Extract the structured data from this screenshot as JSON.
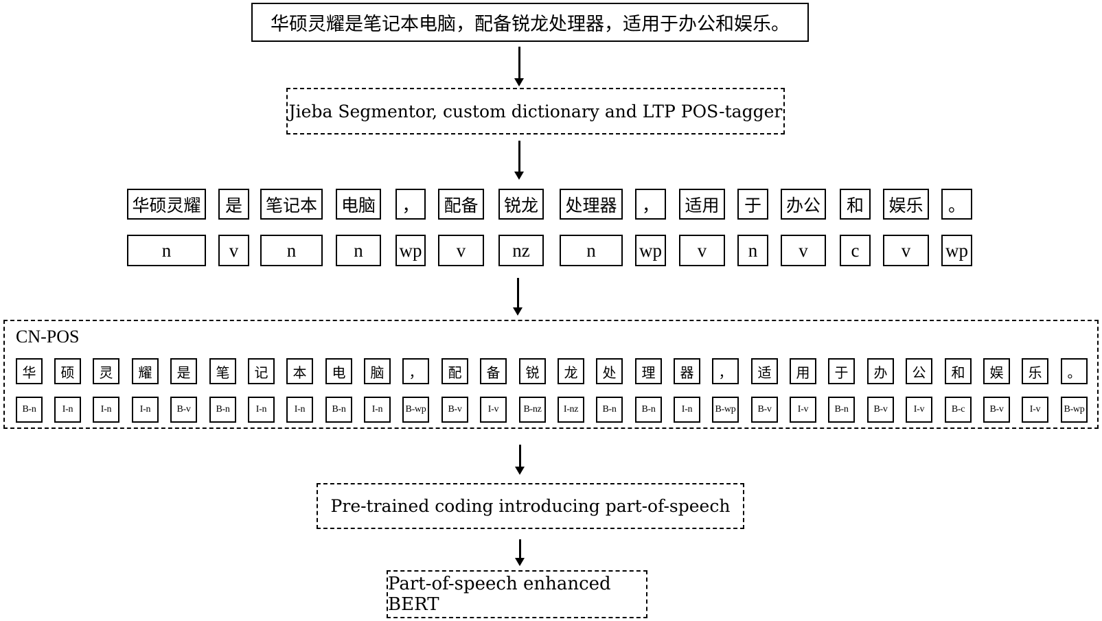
{
  "input_sentence": "华硕灵耀是笔记本电脑，配备锐龙处理器，适用于办公和娱乐。",
  "segmentor_label": "Jieba Segmentor, custom dictionary and LTP POS-tagger",
  "words": [
    "华硕灵耀",
    "是",
    "笔记本",
    "电脑",
    "，",
    "配备",
    "锐龙",
    "处理器",
    "，",
    "适用",
    "于",
    "办公",
    "和",
    "娱乐",
    "。"
  ],
  "pos_tags": [
    "n",
    "v",
    "n",
    "n",
    "wp",
    "v",
    "nz",
    "n",
    "wp",
    "v",
    "n",
    "v",
    "c",
    "v",
    "wp"
  ],
  "cnpos": {
    "title": "CN-POS",
    "chars": [
      "华",
      "硕",
      "灵",
      "耀",
      "是",
      "笔",
      "记",
      "本",
      "电",
      "脑",
      "，",
      "配",
      "备",
      "锐",
      "龙",
      "处",
      "理",
      "器",
      "，",
      "适",
      "用",
      "于",
      "办",
      "公",
      "和",
      "娱",
      "乐",
      "。"
    ],
    "tags": [
      "B-n",
      "I-n",
      "I-n",
      "I-n",
      "B-v",
      "B-n",
      "I-n",
      "I-n",
      "B-n",
      "I-n",
      "B-wp",
      "B-v",
      "I-v",
      "B-nz",
      "I-nz",
      "B-n",
      "B-n",
      "I-n",
      "B-wp",
      "B-v",
      "I-v",
      "B-n",
      "B-v",
      "I-v",
      "B-c",
      "B-v",
      "I-v",
      "B-wp"
    ]
  },
  "pretrained_label": "Pre-trained coding introducing part-of-speech",
  "bert_label": "Part-of-speech enhanced BERT"
}
